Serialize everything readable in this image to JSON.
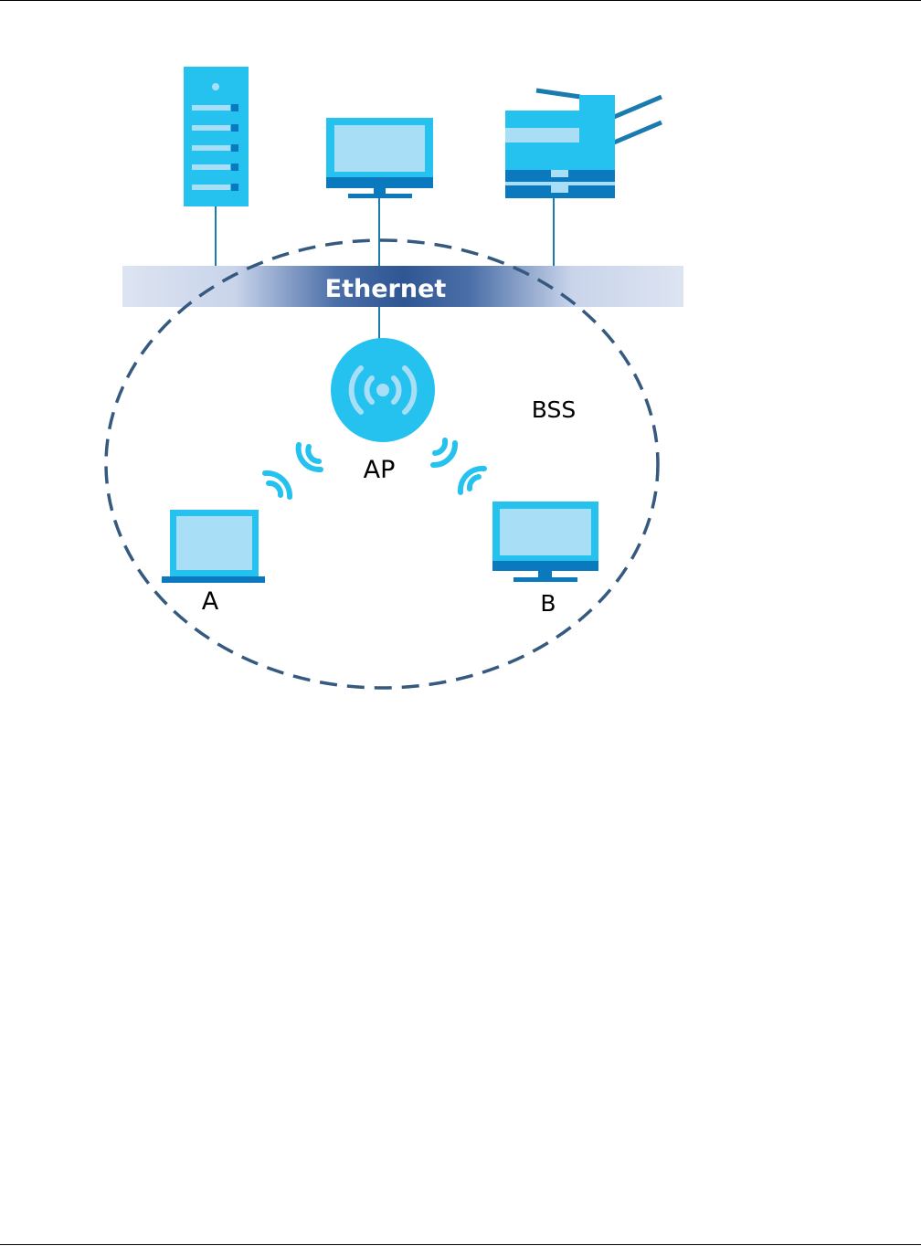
{
  "diagram": {
    "ethernet_label": "Ethernet",
    "ap_label": "AP",
    "bss_label": "BSS",
    "station_a_label": "A",
    "station_b_label": "B",
    "colors": {
      "device_blue": "#25C2EF",
      "device_light": "#A8DFF7",
      "device_dark": "#0B79BE",
      "line": "#1A7BAE",
      "ethernet_band_edge": "#DDE4F2",
      "ethernet_band_center": "#2F5693",
      "bss_border": "#35597F"
    },
    "icons": [
      "server-icon",
      "desktop-monitor-icon",
      "printer-icon",
      "access-point-icon",
      "wifi-signal-icon",
      "laptop-icon",
      "monitor-icon"
    ]
  }
}
